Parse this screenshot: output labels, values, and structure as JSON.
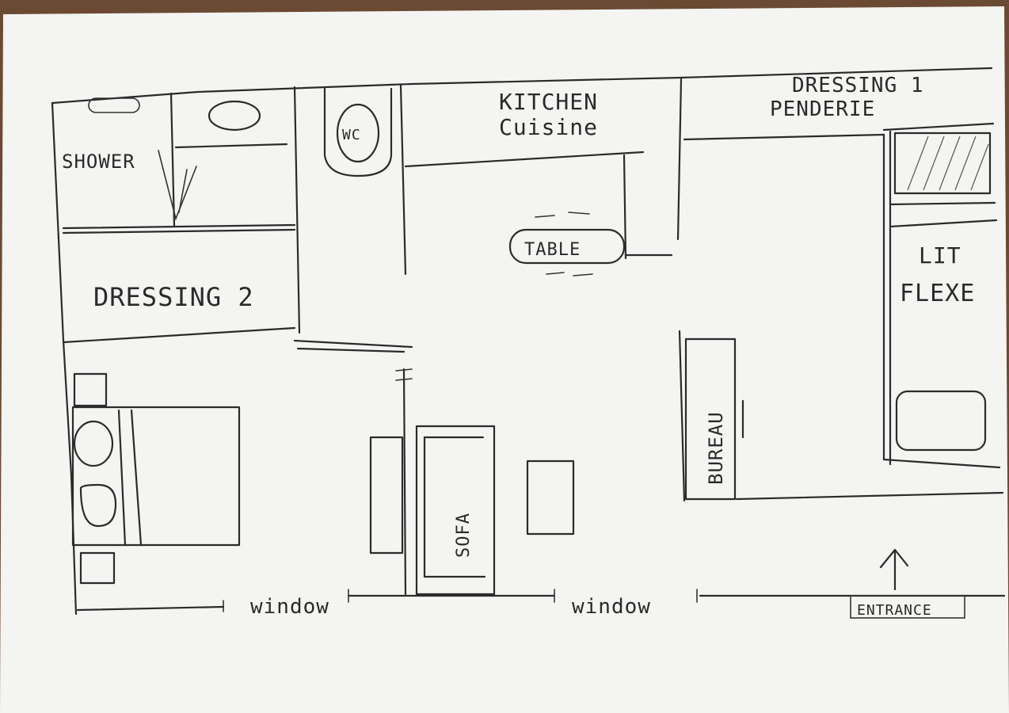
{
  "labels": {
    "shower": "SHOWER",
    "wc": "WC",
    "kitchen": "KITCHEN",
    "cuisine": "Cuisine",
    "table": "TABLE",
    "dressing1": "DRESSING 1",
    "penderie": "PENDERIE",
    "dressing2": "DRESSING 2",
    "lit": "LIT",
    "flexe": "FLEXE",
    "bureau": "BUREAU",
    "sofa": "SOFA",
    "window_left": "window",
    "window_right": "window",
    "entrance": "ENTRANCE"
  },
  "colors": {
    "paper": "#f4f4f2",
    "ink": "#2b2b2b",
    "background": "#6b4a33"
  }
}
